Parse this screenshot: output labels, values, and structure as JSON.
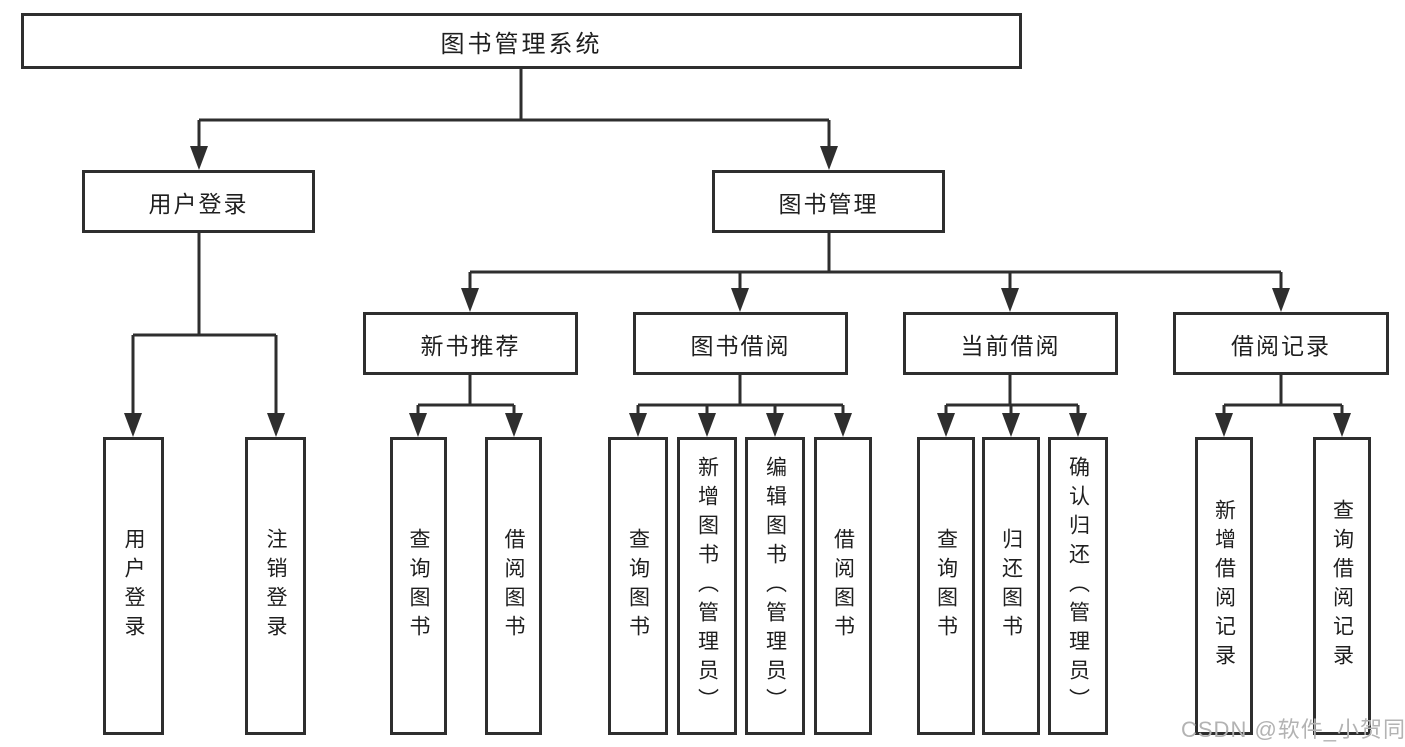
{
  "diagram": {
    "root": {
      "label": "图书管理系统"
    },
    "branches": [
      {
        "label": "用户登录",
        "children": [
          {
            "label": "用户登录"
          },
          {
            "label": "注销登录"
          }
        ]
      },
      {
        "label": "图书管理",
        "children": [
          {
            "label": "新书推荐",
            "children": [
              {
                "label": "查询图书"
              },
              {
                "label": "借阅图书"
              }
            ]
          },
          {
            "label": "图书借阅",
            "children": [
              {
                "label": "查询图书"
              },
              {
                "label": "新增图书（管理员）"
              },
              {
                "label": "编辑图书（管理员）"
              },
              {
                "label": "借阅图书"
              }
            ]
          },
          {
            "label": "当前借阅",
            "children": [
              {
                "label": "查询图书"
              },
              {
                "label": "归还图书"
              },
              {
                "label": "确认归还（管理员）"
              }
            ]
          },
          {
            "label": "借阅记录",
            "children": [
              {
                "label": "新增借阅记录"
              },
              {
                "label": "查询借阅记录"
              }
            ]
          }
        ]
      }
    ]
  },
  "watermark": "CSDN @软件_小贺同学",
  "colors": {
    "line": "#2e2e2e",
    "box_border": "#2e2e2e",
    "box_fill": "#ffffff",
    "text": "#1f1f1f",
    "watermark": "#b3b3b3"
  }
}
